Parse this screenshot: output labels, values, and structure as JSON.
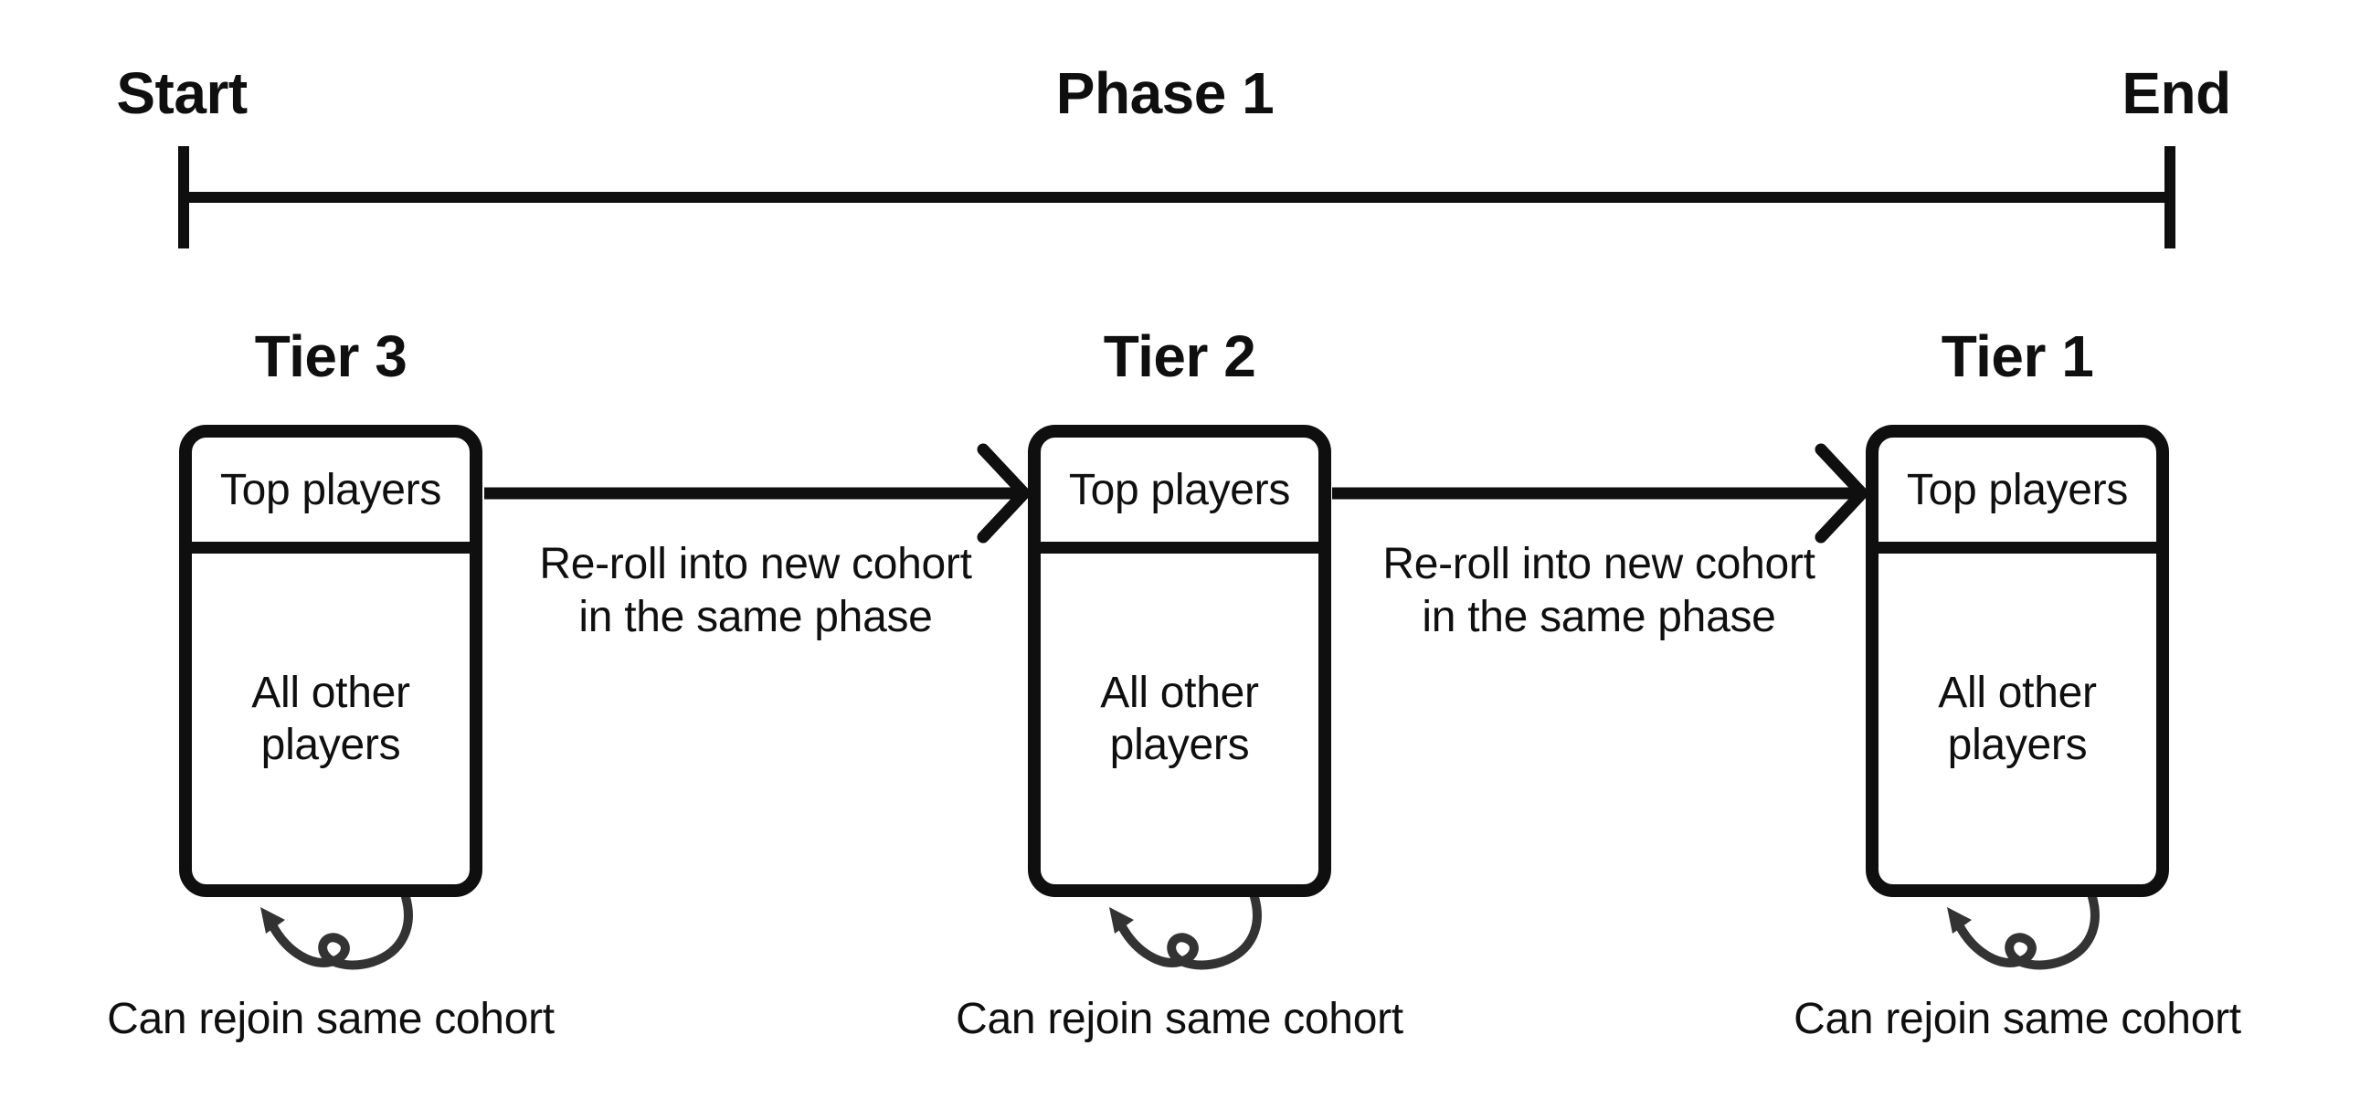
{
  "colors": {
    "ink": "#0f0f0f",
    "loop_arrow": "#333333",
    "background": "#ffffff"
  },
  "timeline": {
    "start": "Start",
    "phase": "Phase 1",
    "end": "End"
  },
  "tiers": [
    {
      "name": "Tier 3",
      "top": "Top players",
      "bottom": "All other players",
      "loop": "Can rejoin same cohort"
    },
    {
      "name": "Tier 2",
      "top": "Top players",
      "bottom": "All other players",
      "loop": "Can rejoin same cohort"
    },
    {
      "name": "Tier 1",
      "top": "Top players",
      "bottom": "All other players",
      "loop": "Can rejoin same cohort"
    }
  ],
  "transitions": [
    {
      "line1": "Re-roll into new cohort",
      "line2": "in the same phase"
    },
    {
      "line1": "Re-roll into new cohort",
      "line2": "in the same phase"
    }
  ]
}
